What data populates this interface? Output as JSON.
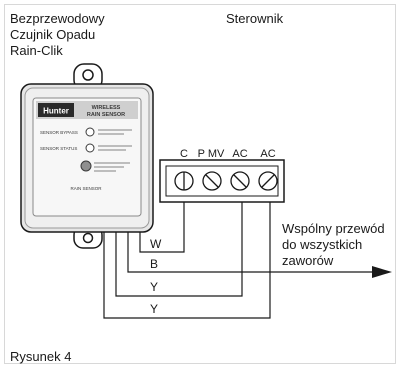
{
  "labels": {
    "sensor_line1": "Bezprzewodowy",
    "sensor_line2": "Czujnik Opadu",
    "sensor_line3": "Rain-Clik",
    "controller": "Sterownik",
    "common_line1": "Wspólny przewód",
    "common_line2": "do wszystkich",
    "common_line3": "zaworów",
    "figure": "Rysunek 4"
  },
  "sensor": {
    "brand": "Hunter",
    "title_line1": "WIRELESS",
    "title_line2": "RAIN SENSOR",
    "row1": "SENSOR BYPASS",
    "row2": "SENSOR STATUS",
    "footer": "RAIN SENSOR"
  },
  "terminals": [
    "C",
    "P MV",
    "AC",
    "AC"
  ],
  "wires": [
    "W",
    "B",
    "Y",
    "Y"
  ],
  "colors": {
    "line": "#1a1a1a",
    "device": "#e9e9e9",
    "device_dark": "#2a2a2a"
  }
}
